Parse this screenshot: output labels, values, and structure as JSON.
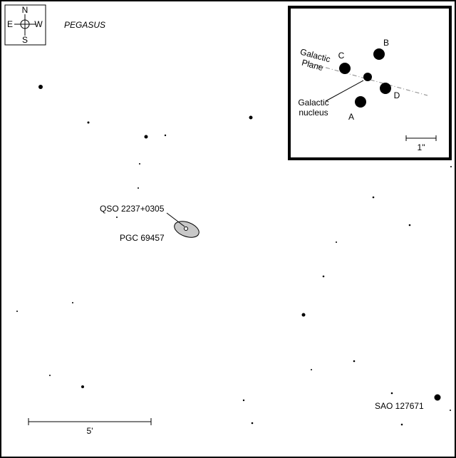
{
  "compass": {
    "north": "N",
    "south": "S",
    "east": "E",
    "west": "W"
  },
  "constellation": "PEGASUS",
  "labels": {
    "quasar": "QSO 2237+0305",
    "galaxy": "PGC 69457",
    "reference_star": "SAO 127671"
  },
  "scale_bar": {
    "label": "5'"
  },
  "inset": {
    "images": [
      "A",
      "B",
      "C",
      "D"
    ],
    "galactic_plane": [
      "Galactic",
      "Plane"
    ],
    "galactic_nucleus": [
      "Galactic",
      "nucleus"
    ],
    "scale_label": "1\""
  },
  "colors": {
    "ink": "#000000",
    "galaxy_fill": "#c8c8c8",
    "plane_line": "#888888",
    "background": "#ffffff"
  }
}
